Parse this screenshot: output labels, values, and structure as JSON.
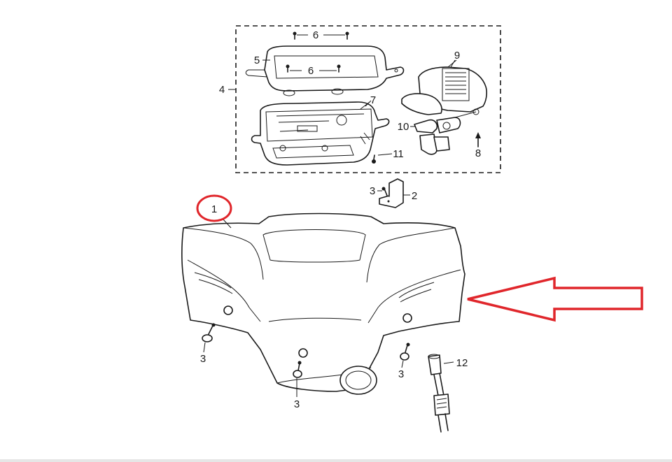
{
  "callouts": {
    "c1": "1",
    "c2": "2",
    "c3a": "3",
    "c3b": "3",
    "c3c": "3",
    "c3d": "3",
    "c4": "4",
    "c5": "5",
    "c6a": "6",
    "c6b": "6",
    "c7": "7",
    "c8": "8",
    "c9": "9",
    "c10": "10",
    "c11": "11",
    "c12": "12"
  },
  "colors": {
    "highlight": "#e0262b",
    "ink": "#1a1a1a"
  }
}
